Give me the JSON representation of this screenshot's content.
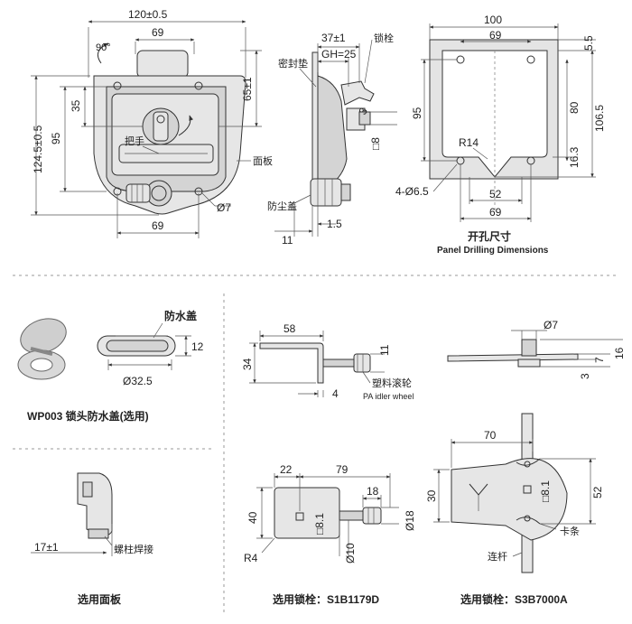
{
  "main_view": {
    "width_total": "120±0.5",
    "width_inner": "69",
    "height_total": "124.5±0.5",
    "height_95": "95",
    "dim_35": "35",
    "dim_65": "65±1",
    "bottom_69": "69",
    "hole_dia": "Ø7",
    "rotation_angle": "90°",
    "handle_label": "把手",
    "panel_label": "面板"
  },
  "side_view": {
    "dim_37": "37±1",
    "gh": "GH=25",
    "bolt_label": "锁栓",
    "gasket_label": "密封垫",
    "dust_cover_label": "防尘盖",
    "sq8": "□8",
    "dim_11": "11",
    "dim_1_5": "1.5",
    "dim_3": "3"
  },
  "cutout_view": {
    "w100": "100",
    "w69_top": "69",
    "h5_5": "5.5",
    "h95": "95",
    "h80": "80",
    "h106_5": "106.5",
    "r14": "R14",
    "h16_3": "16.3",
    "holes": "4-Ø6.5",
    "w52": "52",
    "w69_bottom": "69",
    "title_cn": "开孔尺寸",
    "title_en": "Panel Drilling Dimensions"
  },
  "waterproof": {
    "label": "防水盖",
    "dim_12": "12",
    "dia": "Ø32.5",
    "caption": "WP003 锁头防水盖(选用)"
  },
  "bolt_1179": {
    "dim_58": "58",
    "dim_34": "34",
    "dim_11": "11",
    "dim_4": "4",
    "wheel_cn": "塑料滚轮",
    "wheel_en": "PA idler wheel"
  },
  "bolt_7000_side": {
    "dia7": "Ø7",
    "dim_3": "3",
    "dim_7": "7",
    "dim_16": "16"
  },
  "panel_option": {
    "dim_17": "17±1",
    "stud_label": "螺柱焊接",
    "caption": "选用面板"
  },
  "bolt_1179_front": {
    "dim_22": "22",
    "dim_79": "79",
    "dim_40": "40",
    "sq8_1": "□8.1",
    "dim_18": "18",
    "dia18": "Ø18",
    "dia10": "Ø10",
    "r4": "R4",
    "caption": "选用锁栓：S1B1179D"
  },
  "bolt_7000_front": {
    "dim_70": "70",
    "dim_30": "30",
    "sq8_1": "□8.1",
    "dim_52": "52",
    "clip_label": "卡条",
    "rod_label": "连杆",
    "caption": "选用锁栓：S3B7000A"
  }
}
